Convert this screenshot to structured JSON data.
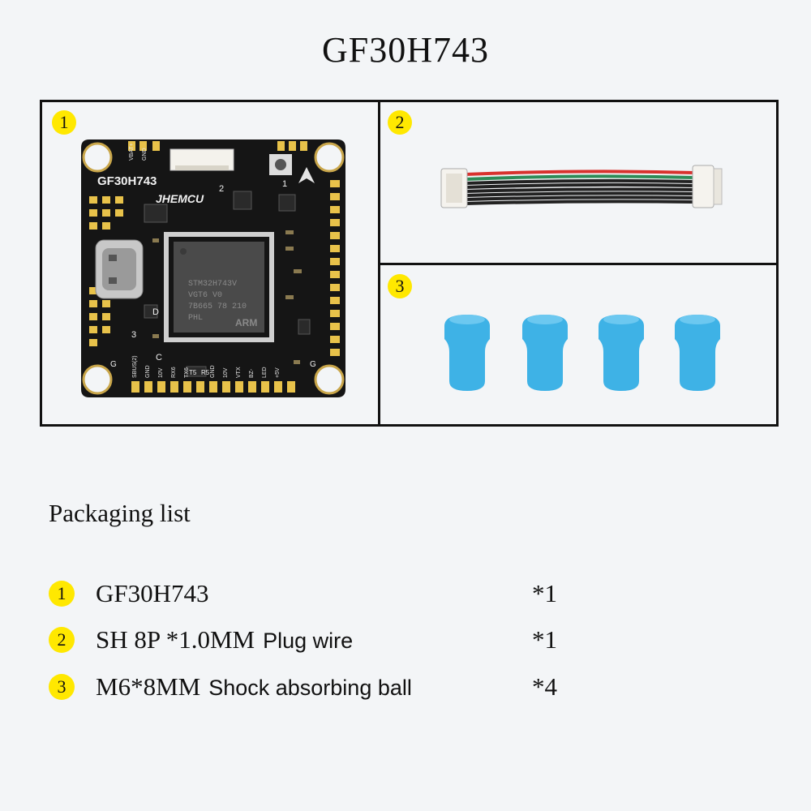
{
  "title": "GF30H743",
  "panels": [
    {
      "number": "1",
      "board_name": "GF30H743",
      "board_brand": "JHEMCU",
      "mcu": "STM32H743V",
      "mcu_code": "VGT6 V0",
      "mcu_lot": "7B665 78 210",
      "mcu_origin": "PHL",
      "arm": "ARM",
      "pin_labels_top": [
        "VBAT+",
        "GND"
      ],
      "pin_labels_bottom": [
        "SBUS(2)",
        "GND",
        "10V",
        "RX6",
        "TX6",
        "GND",
        "10V",
        "VTX",
        "BZ-",
        "LED",
        "+5V"
      ],
      "pad_marks": [
        "2",
        "1",
        "3",
        "D",
        "C",
        "G",
        "G",
        "T5",
        "R5"
      ]
    },
    {
      "number": "2"
    },
    {
      "number": "3"
    }
  ],
  "packaging": {
    "title": "Packaging list",
    "items": [
      {
        "number": "1",
        "name": "GF30H743",
        "desc": "",
        "qty": "*1"
      },
      {
        "number": "2",
        "name": "SH 8P *1.0MM",
        "desc": "Plug wire",
        "qty": "*1"
      },
      {
        "number": "3",
        "name": "M6*8MM",
        "desc": "Shock absorbing ball",
        "qty": "*4"
      }
    ]
  },
  "colors": {
    "badge": "#ffe800",
    "pcb": "#151515",
    "pad": "#e8c24a",
    "ball": "#3eb2e6",
    "wire_red": "#d8322e",
    "wire_green": "#2e8b57"
  }
}
